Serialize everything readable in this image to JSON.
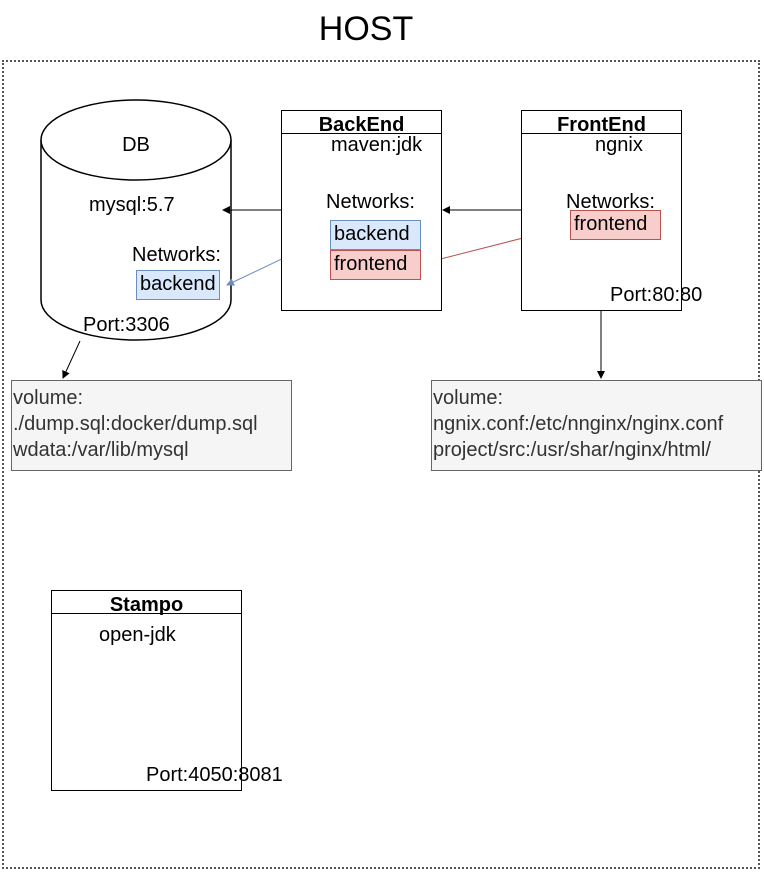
{
  "host": {
    "title": "HOST"
  },
  "db": {
    "title": "DB",
    "image": "mysql:5.7",
    "networks_label": "Networks:",
    "network": "backend",
    "port": "Port:3306",
    "volume": {
      "label": "volume:",
      "lines": [
        "./dump.sql:docker/dump.sql",
        "wdata:/var/lib/mysql"
      ]
    }
  },
  "backend": {
    "title": "BackEnd",
    "image": "maven:jdk",
    "networks_label": "Networks:",
    "networks": [
      "backend",
      "frontend"
    ]
  },
  "frontend": {
    "title": "FrontEnd",
    "image": "ngnix",
    "networks_label": "Networks:",
    "network": "frontend",
    "port": "Port:80:80",
    "volume": {
      "label": "volume:",
      "lines": [
        "ngnix.conf:/etc/nnginx/nginx.conf",
        "project/src:/usr/shar/nginx/html/"
      ]
    }
  },
  "stampo": {
    "title": "Stampo",
    "image": "open-jdk",
    "port": "Port:4050:8081"
  },
  "colors": {
    "backend_network_fill": "#dae8fc",
    "backend_network_stroke": "#6c8ebf",
    "frontend_network_fill": "#f8cecc",
    "frontend_network_stroke": "#b85450"
  }
}
